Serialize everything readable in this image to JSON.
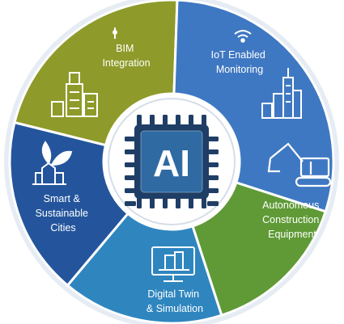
{
  "center": {
    "label": "AI",
    "icon": "ai-chip-icon"
  },
  "segments": [
    {
      "key": "bim",
      "lines": [
        "BIM",
        "Integration"
      ],
      "color": "#8e9b2a",
      "icon": "city-buildings-icon"
    },
    {
      "key": "iot",
      "lines": [
        "IoT Enabled",
        "Monitoring"
      ],
      "color": "#3f78c2",
      "icon": "wifi-tower-icon"
    },
    {
      "key": "auto",
      "lines": [
        "Autonomous",
        "Construction",
        "Equipment"
      ],
      "color": "#5f9a36",
      "icon": "excavator-icon"
    },
    {
      "key": "twin",
      "lines": [
        "Digital Twin",
        "& Simulation"
      ],
      "color": "#2f86bf",
      "icon": "monitor-building-icon"
    },
    {
      "key": "smart",
      "lines": [
        "Smart &",
        "Sustainable",
        "Cities"
      ],
      "color": "#24559c",
      "icon": "leaf-buildings-icon"
    }
  ],
  "colors": {
    "ring_outer": "#dfe7f1",
    "center_bg": "#ffffff",
    "chip_dark": "#1f3e66",
    "chip_light": "#2f6aa3",
    "pin": "#1f3e66"
  }
}
